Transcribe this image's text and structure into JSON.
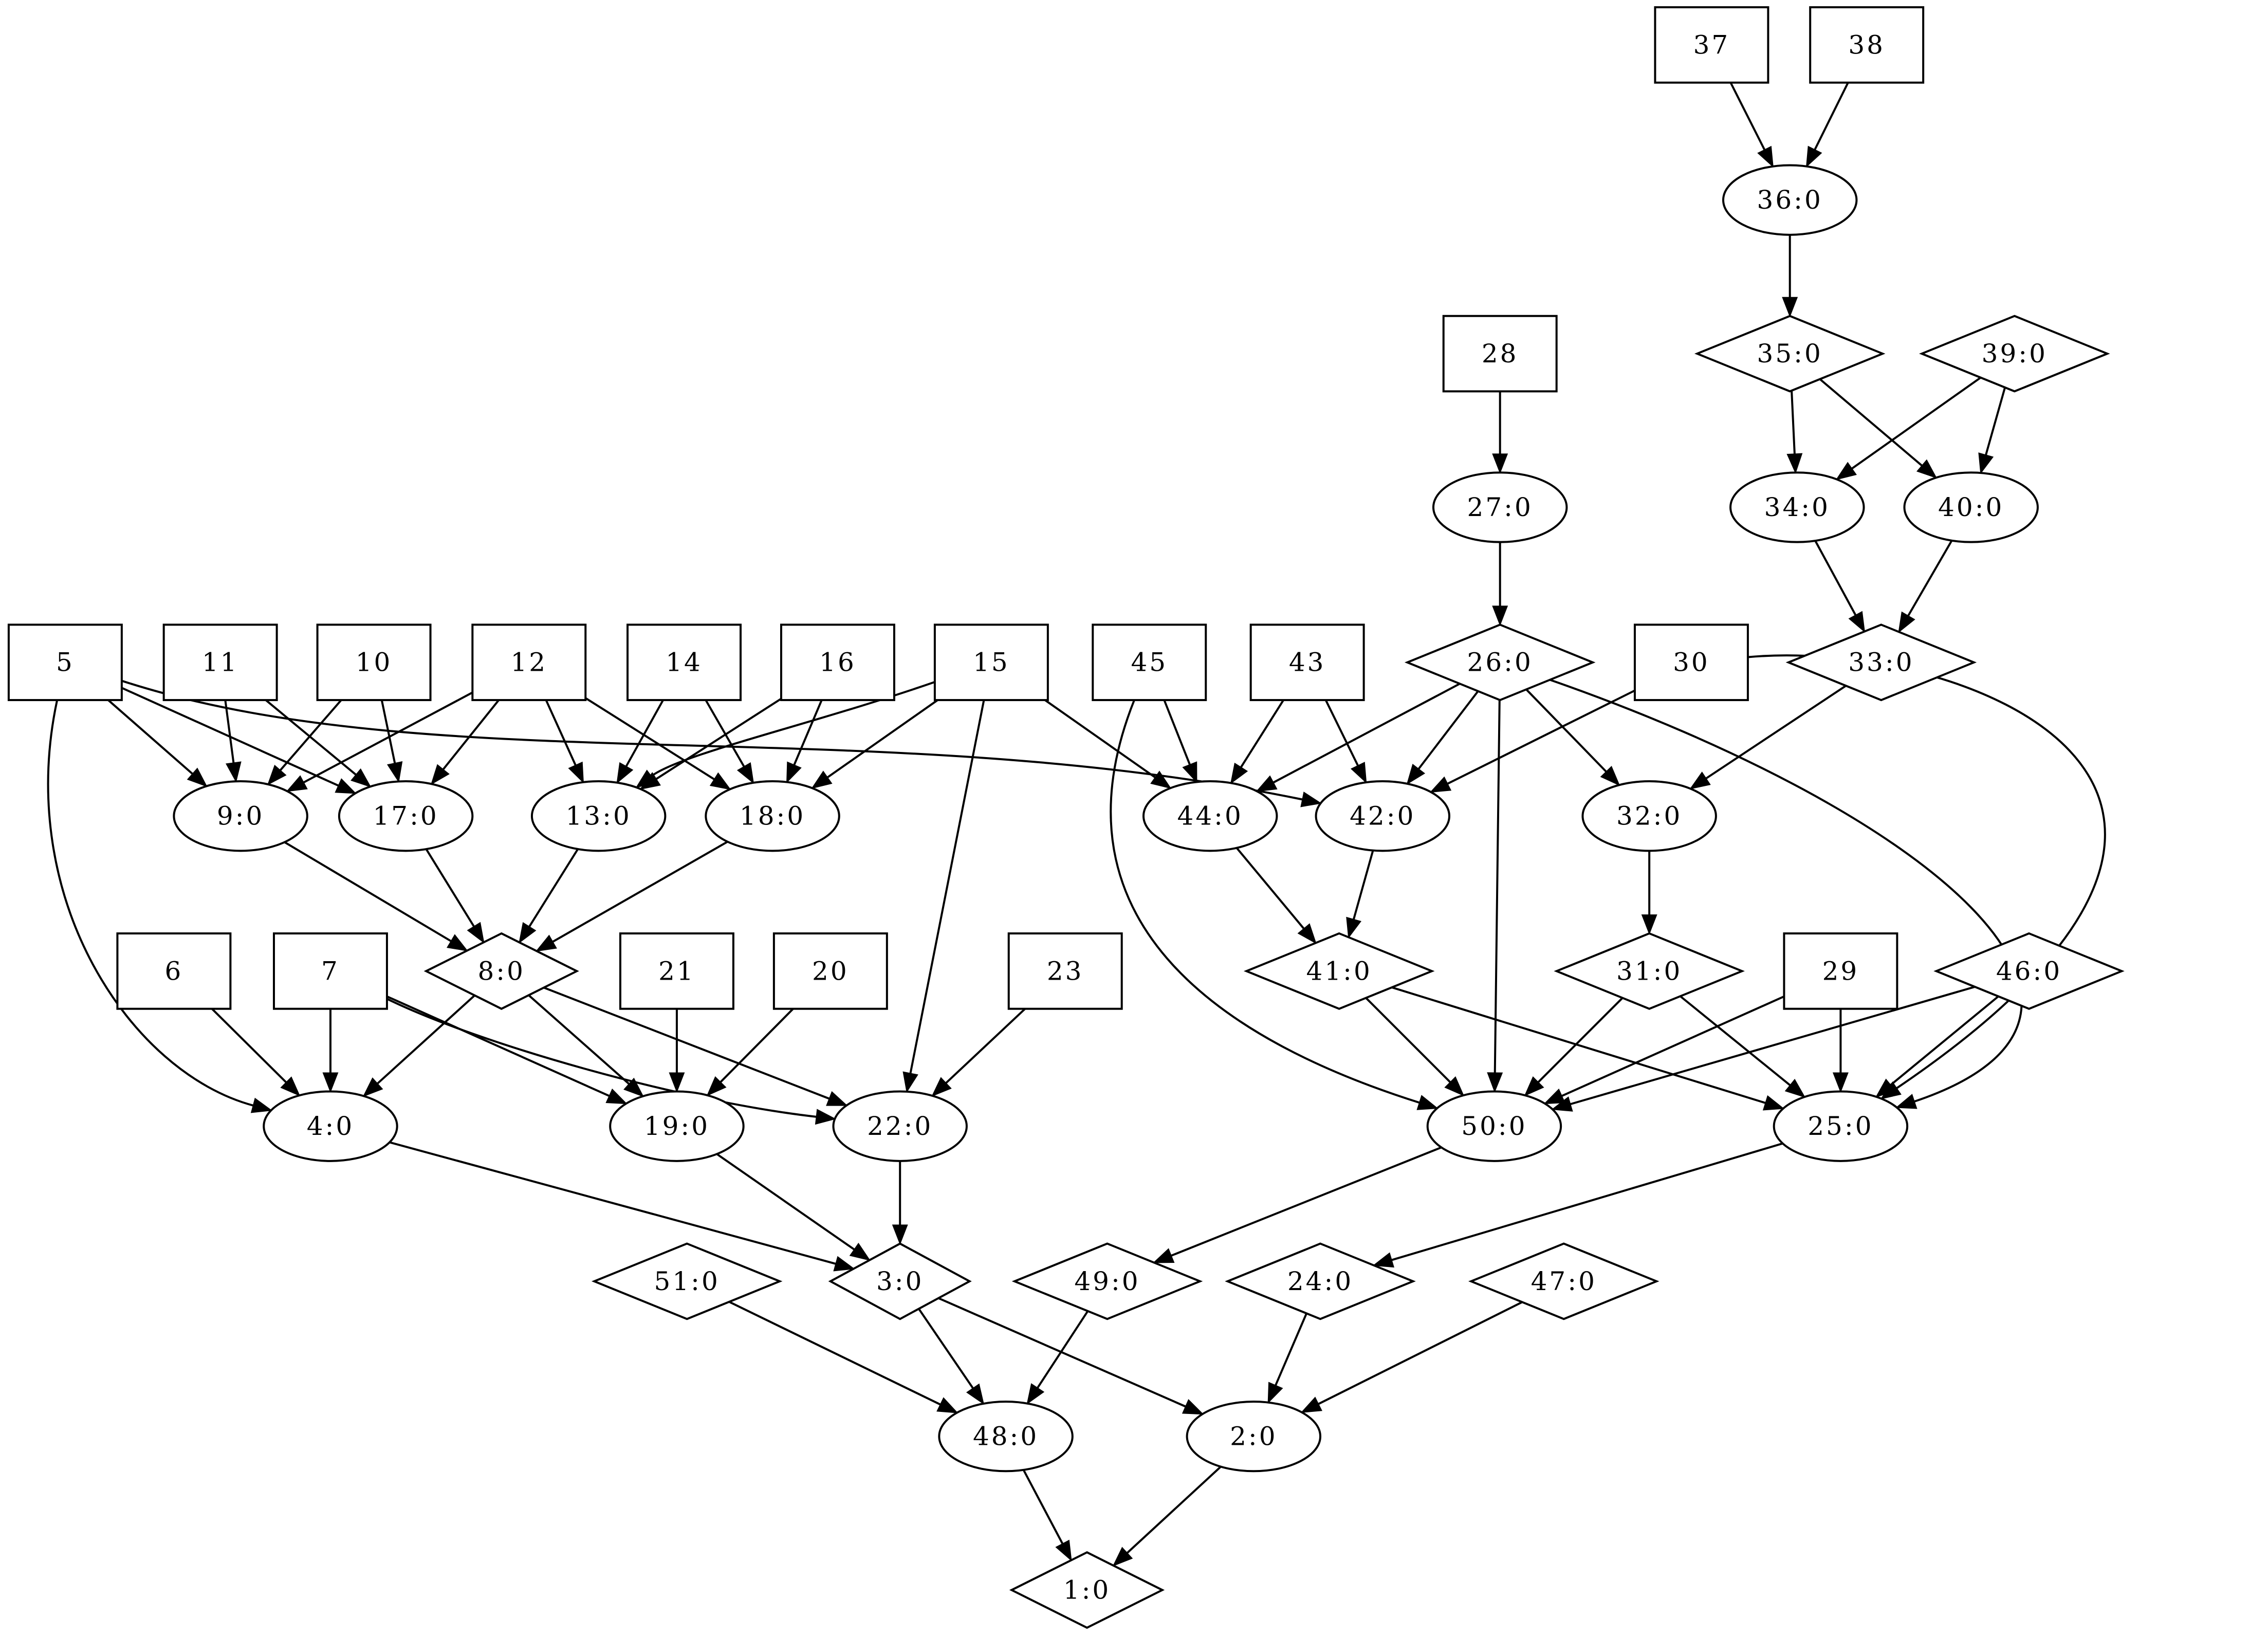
{
  "nodes": [
    {
      "id": "n37",
      "label": "37",
      "shape": "box"
    },
    {
      "id": "n38",
      "label": "38",
      "shape": "box"
    },
    {
      "id": "n36",
      "label": "36:0",
      "shape": "ellipse"
    },
    {
      "id": "n35",
      "label": "35:0",
      "shape": "diamond"
    },
    {
      "id": "n39",
      "label": "39:0",
      "shape": "diamond"
    },
    {
      "id": "n28",
      "label": "28",
      "shape": "box"
    },
    {
      "id": "n27",
      "label": "27:0",
      "shape": "ellipse"
    },
    {
      "id": "n34",
      "label": "34:0",
      "shape": "ellipse"
    },
    {
      "id": "n40",
      "label": "40:0",
      "shape": "ellipse"
    },
    {
      "id": "n5",
      "label": "5",
      "shape": "box"
    },
    {
      "id": "n11",
      "label": "11",
      "shape": "box"
    },
    {
      "id": "n10",
      "label": "10",
      "shape": "box"
    },
    {
      "id": "n12",
      "label": "12",
      "shape": "box"
    },
    {
      "id": "n14",
      "label": "14",
      "shape": "box"
    },
    {
      "id": "n16",
      "label": "16",
      "shape": "box"
    },
    {
      "id": "n15",
      "label": "15",
      "shape": "box"
    },
    {
      "id": "n45",
      "label": "45",
      "shape": "box"
    },
    {
      "id": "n43",
      "label": "43",
      "shape": "box"
    },
    {
      "id": "n26",
      "label": "26:0",
      "shape": "diamond"
    },
    {
      "id": "n30",
      "label": "30",
      "shape": "box"
    },
    {
      "id": "n33",
      "label": "33:0",
      "shape": "diamond"
    },
    {
      "id": "n9",
      "label": "9:0",
      "shape": "ellipse"
    },
    {
      "id": "n17",
      "label": "17:0",
      "shape": "ellipse"
    },
    {
      "id": "n13",
      "label": "13:0",
      "shape": "ellipse"
    },
    {
      "id": "n18",
      "label": "18:0",
      "shape": "ellipse"
    },
    {
      "id": "n44",
      "label": "44:0",
      "shape": "ellipse"
    },
    {
      "id": "n42",
      "label": "42:0",
      "shape": "ellipse"
    },
    {
      "id": "n32",
      "label": "32:0",
      "shape": "ellipse"
    },
    {
      "id": "n6",
      "label": "6",
      "shape": "box"
    },
    {
      "id": "n7",
      "label": "7",
      "shape": "box"
    },
    {
      "id": "n8",
      "label": "8:0",
      "shape": "diamond"
    },
    {
      "id": "n21",
      "label": "21",
      "shape": "box"
    },
    {
      "id": "n20",
      "label": "20",
      "shape": "box"
    },
    {
      "id": "n23",
      "label": "23",
      "shape": "box"
    },
    {
      "id": "n41",
      "label": "41:0",
      "shape": "diamond"
    },
    {
      "id": "n31",
      "label": "31:0",
      "shape": "diamond"
    },
    {
      "id": "n29",
      "label": "29",
      "shape": "box"
    },
    {
      "id": "n46",
      "label": "46:0",
      "shape": "diamond"
    },
    {
      "id": "n4",
      "label": "4:0",
      "shape": "ellipse"
    },
    {
      "id": "n19",
      "label": "19:0",
      "shape": "ellipse"
    },
    {
      "id": "n22",
      "label": "22:0",
      "shape": "ellipse"
    },
    {
      "id": "n50",
      "label": "50:0",
      "shape": "ellipse"
    },
    {
      "id": "n25",
      "label": "25:0",
      "shape": "ellipse"
    },
    {
      "id": "n51",
      "label": "51:0",
      "shape": "diamond"
    },
    {
      "id": "n3",
      "label": "3:0",
      "shape": "diamond"
    },
    {
      "id": "n49",
      "label": "49:0",
      "shape": "diamond"
    },
    {
      "id": "n24",
      "label": "24:0",
      "shape": "diamond"
    },
    {
      "id": "n47",
      "label": "47:0",
      "shape": "diamond"
    },
    {
      "id": "n48",
      "label": "48:0",
      "shape": "ellipse"
    },
    {
      "id": "n2",
      "label": "2:0",
      "shape": "ellipse"
    },
    {
      "id": "n1",
      "label": "1:0",
      "shape": "diamond"
    }
  ],
  "edges": [
    [
      "n37",
      "n36"
    ],
    [
      "n38",
      "n36"
    ],
    [
      "n36",
      "n35"
    ],
    [
      "n35",
      "n34"
    ],
    [
      "n35",
      "n40"
    ],
    [
      "n39",
      "n34"
    ],
    [
      "n39",
      "n40"
    ],
    [
      "n34",
      "n33"
    ],
    [
      "n40",
      "n33"
    ],
    [
      "n33",
      "n32"
    ],
    [
      "n28",
      "n27"
    ],
    [
      "n27",
      "n26"
    ],
    [
      "n26",
      "n44"
    ],
    [
      "n26",
      "n42"
    ],
    [
      "n26",
      "n50"
    ],
    [
      "n26",
      "n32"
    ],
    [
      "n26",
      "n25"
    ],
    [
      "n30",
      "n42"
    ],
    [
      "n30",
      "n25"
    ],
    [
      "n5",
      "n9"
    ],
    [
      "n5",
      "n17"
    ],
    [
      "n5",
      "n42"
    ],
    [
      "n5",
      "n4"
    ],
    [
      "n11",
      "n9"
    ],
    [
      "n11",
      "n17"
    ],
    [
      "n10",
      "n9"
    ],
    [
      "n10",
      "n17"
    ],
    [
      "n12",
      "n9"
    ],
    [
      "n12",
      "n17"
    ],
    [
      "n12",
      "n13"
    ],
    [
      "n12",
      "n18"
    ],
    [
      "n14",
      "n13"
    ],
    [
      "n14",
      "n18"
    ],
    [
      "n16",
      "n13"
    ],
    [
      "n16",
      "n18"
    ],
    [
      "n15",
      "n13"
    ],
    [
      "n15",
      "n18"
    ],
    [
      "n15",
      "n44"
    ],
    [
      "n15",
      "n22"
    ],
    [
      "n45",
      "n44"
    ],
    [
      "n45",
      "n50"
    ],
    [
      "n43",
      "n44"
    ],
    [
      "n43",
      "n42"
    ],
    [
      "n9",
      "n8"
    ],
    [
      "n17",
      "n8"
    ],
    [
      "n13",
      "n8"
    ],
    [
      "n18",
      "n8"
    ],
    [
      "n44",
      "n41"
    ],
    [
      "n42",
      "n41"
    ],
    [
      "n32",
      "n31"
    ],
    [
      "n8",
      "n4"
    ],
    [
      "n8",
      "n19"
    ],
    [
      "n8",
      "n22"
    ],
    [
      "n6",
      "n4"
    ],
    [
      "n7",
      "n4"
    ],
    [
      "n7",
      "n19"
    ],
    [
      "n7",
      "n22"
    ],
    [
      "n21",
      "n19"
    ],
    [
      "n20",
      "n19"
    ],
    [
      "n23",
      "n22"
    ],
    [
      "n41",
      "n50"
    ],
    [
      "n41",
      "n25"
    ],
    [
      "n31",
      "n50"
    ],
    [
      "n31",
      "n25"
    ],
    [
      "n29",
      "n50"
    ],
    [
      "n29",
      "n25"
    ],
    [
      "n46",
      "n50"
    ],
    [
      "n46",
      "n25"
    ],
    [
      "n4",
      "n3"
    ],
    [
      "n19",
      "n3"
    ],
    [
      "n22",
      "n3"
    ],
    [
      "n50",
      "n49"
    ],
    [
      "n25",
      "n24"
    ],
    [
      "n3",
      "n48"
    ],
    [
      "n3",
      "n2"
    ],
    [
      "n51",
      "n48"
    ],
    [
      "n49",
      "n48"
    ],
    [
      "n24",
      "n2"
    ],
    [
      "n47",
      "n2"
    ],
    [
      "n48",
      "n1"
    ],
    [
      "n2",
      "n1"
    ]
  ]
}
